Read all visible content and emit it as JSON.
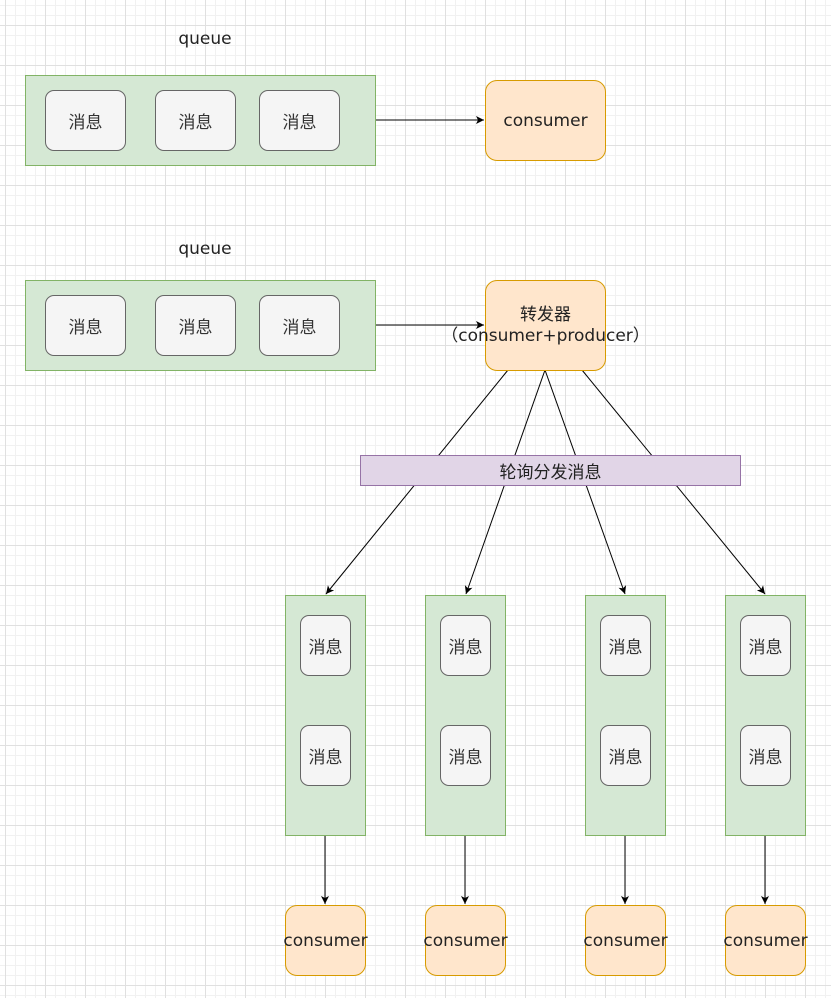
{
  "diagram": {
    "top": {
      "queue_label": "queue",
      "messages": [
        "消息",
        "消息",
        "消息"
      ],
      "consumer_label": "consumer"
    },
    "middle": {
      "queue_label": "queue",
      "messages": [
        "消息",
        "消息",
        "消息"
      ],
      "forwarder_title": "转发器",
      "forwarder_subtitle": "（consumer+producer）",
      "dispatch_label": "轮询分发消息"
    },
    "branches": [
      {
        "messages": [
          "消息",
          "消息"
        ],
        "consumer_label": "consumer"
      },
      {
        "messages": [
          "消息",
          "消息"
        ],
        "consumer_label": "consumer"
      },
      {
        "messages": [
          "消息",
          "消息"
        ],
        "consumer_label": "consumer"
      },
      {
        "messages": [
          "消息",
          "消息"
        ],
        "consumer_label": "consumer"
      }
    ],
    "colors": {
      "queue_fill": "#d5e8d4",
      "queue_stroke": "#82b366",
      "message_fill": "#f5f5f5",
      "message_stroke": "#666666",
      "consumer_fill": "#ffe6cc",
      "consumer_stroke": "#d79b00",
      "dispatch_fill": "#e1d5e7",
      "dispatch_stroke": "#9673a6"
    }
  }
}
